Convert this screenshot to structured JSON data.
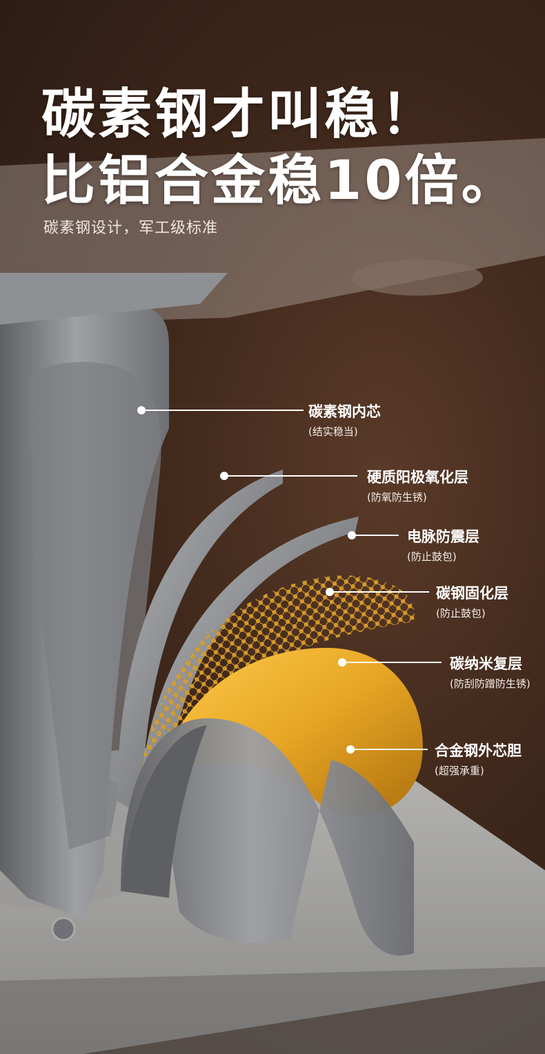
{
  "headline": {
    "line1": "碳素钢才叫稳！",
    "line2": "比铝合金稳10倍。",
    "subline": "碳素钢设计，军工级标准"
  },
  "layers": [
    {
      "name": "碳素钢内芯",
      "note": "(结实稳当)"
    },
    {
      "name": "硬质阳极氧化层",
      "note": "(防氧防生锈)"
    },
    {
      "name": "电脉防震层",
      "note": "(防止鼓包)"
    },
    {
      "name": "碳钢固化层",
      "note": "(防止鼓包)"
    },
    {
      "name": "碳纳米复层",
      "note": "(防刮防蹭防生锈)"
    },
    {
      "name": "合金钢外芯胆",
      "note": "(超强承重)"
    }
  ],
  "colors": {
    "background": "#3e271b",
    "steel": "#8d8f93",
    "gold": "#e7a524",
    "text": "#ffffff"
  }
}
